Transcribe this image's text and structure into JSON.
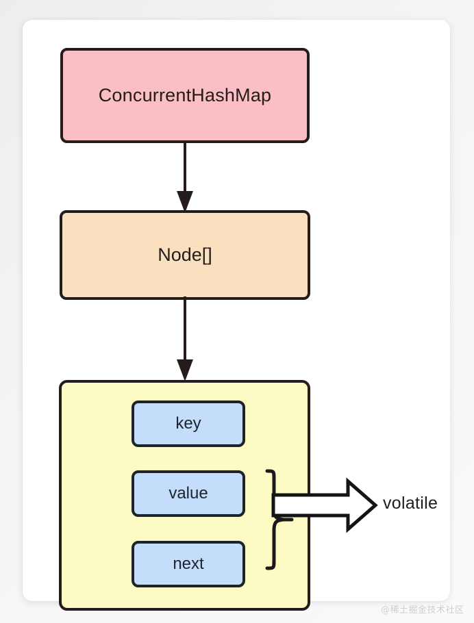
{
  "diagram": {
    "title_node": {
      "label": "ConcurrentHashMap",
      "fill": "#fbbec5"
    },
    "array_node": {
      "label": "Node[]",
      "fill": "#fbe0c0"
    },
    "node_container": {
      "fill": "#fbfbc3",
      "fields": [
        {
          "label": "key",
          "fill": "#c3ddfa"
        },
        {
          "label": "value",
          "fill": "#c3ddfa"
        },
        {
          "label": "next",
          "fill": "#c3ddfa"
        }
      ]
    },
    "annotation": {
      "label": "volatile",
      "brace_covers": [
        "value",
        "next"
      ]
    },
    "connectors": [
      {
        "name": "chm-to-nodearray",
        "from": "ConcurrentHashMap",
        "to": "Node[]",
        "style": "solid-arrow"
      },
      {
        "name": "nodearray-to-node",
        "from": "Node[]",
        "to": "Node",
        "style": "solid-arrow"
      },
      {
        "name": "brace-to-volatile",
        "from": "value+next",
        "to": "volatile",
        "style": "block-arrow"
      }
    ],
    "stroke_color": "#231c1a",
    "field_stroke_color": "#1e2328"
  },
  "watermark": {
    "text": "@稀土掘金技术社区"
  }
}
